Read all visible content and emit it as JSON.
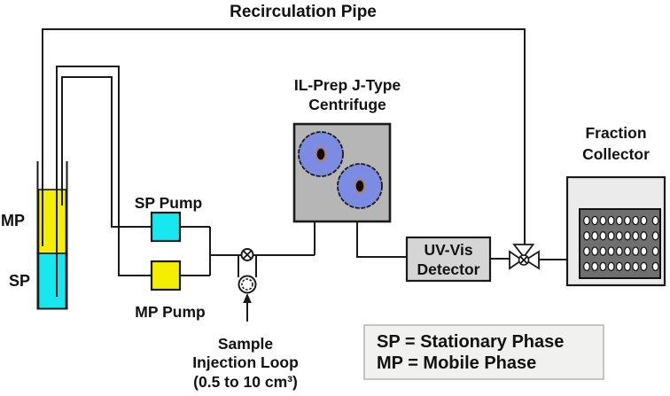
{
  "title": "Recirculation Pipe",
  "reservoir": {
    "mp_label": "MP",
    "sp_label": "SP"
  },
  "pumps": {
    "sp_label": "SP Pump",
    "mp_label": "MP Pump"
  },
  "injection": {
    "line1": "Sample",
    "line2": "Injection Loop",
    "line3": "(0.5 to 10 cm³)"
  },
  "centrifuge": {
    "line1": "IL-Prep J-Type",
    "line2": "Centrifuge"
  },
  "detector": {
    "line1": "UV-Vis",
    "line2": "Detector"
  },
  "collector": {
    "line1": "Fraction",
    "line2": "Collector",
    "tube_rows": 4,
    "tubes_per_row": 9
  },
  "legend": {
    "line1": "SP = Stationary Phase",
    "line2": "MP = Mobile Phase"
  },
  "colors": {
    "line": "#1a1a1a",
    "mp_yellow": "#f6ee00",
    "sp_cyan": "#17e7ef",
    "bobbin_blue": "#7b8ce2",
    "bobbin_hub": "#0a0a14",
    "bobbin_hub_ring": "#c87820",
    "centrifuge_gray": "#b6b6b6",
    "detector_gray": "#d5d5d5",
    "collector_outer": "#ebebeb",
    "collector_inner": "#6f6f6f",
    "legend_bg": "#f1f1ef",
    "tube_white": "#ffffff"
  }
}
